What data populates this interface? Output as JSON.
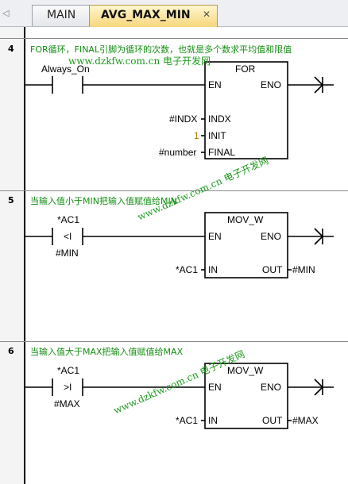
{
  "tabs": [
    {
      "label": "MAIN",
      "active": false
    },
    {
      "label": "AVG_MAX_MIN",
      "active": true,
      "close": "✕"
    }
  ],
  "networks": [
    {
      "number": "4",
      "comment": "FOR循环，FINAL引脚为循环的次数，也就是多个数求平均值和限值",
      "contact_label": "Always_On",
      "box_title": "FOR",
      "en": "EN",
      "eno": "ENO",
      "pins": [
        {
          "name": "INDX",
          "operand": "#INDX"
        },
        {
          "name": "INIT",
          "operand": "1"
        },
        {
          "name": "FINAL",
          "operand": "#number"
        }
      ]
    },
    {
      "number": "5",
      "comment": "当输入值小于MIN把输入值赋值给MIN",
      "contact_top": "*AC1",
      "contact_op": "<I",
      "contact_bottom": "#MIN",
      "box_title": "MOV_W",
      "en": "EN",
      "eno": "ENO",
      "in_pin": "IN",
      "in_operand": "*AC1",
      "out_pin": "OUT",
      "out_operand": "#MIN"
    },
    {
      "number": "6",
      "comment": "当输入值大于MAX把输入值赋值给MAX",
      "contact_top": "*AC1",
      "contact_op": ">I",
      "contact_bottom": "#MAX",
      "box_title": "MOV_W",
      "en": "EN",
      "eno": "ENO",
      "in_pin": "IN",
      "in_operand": "*AC1",
      "out_pin": "OUT",
      "out_operand": "#MAX"
    }
  ],
  "watermarks": [
    "www.dzkfw.com.cn 电子开发网",
    "www.dzkfw.com.cn 电子开发网",
    "www.dzkfw.com.cn 电子开发网"
  ],
  "colors": {
    "comment": "#129012",
    "watermark": "#1a9a1a",
    "active_tab": "#f6d67a"
  }
}
